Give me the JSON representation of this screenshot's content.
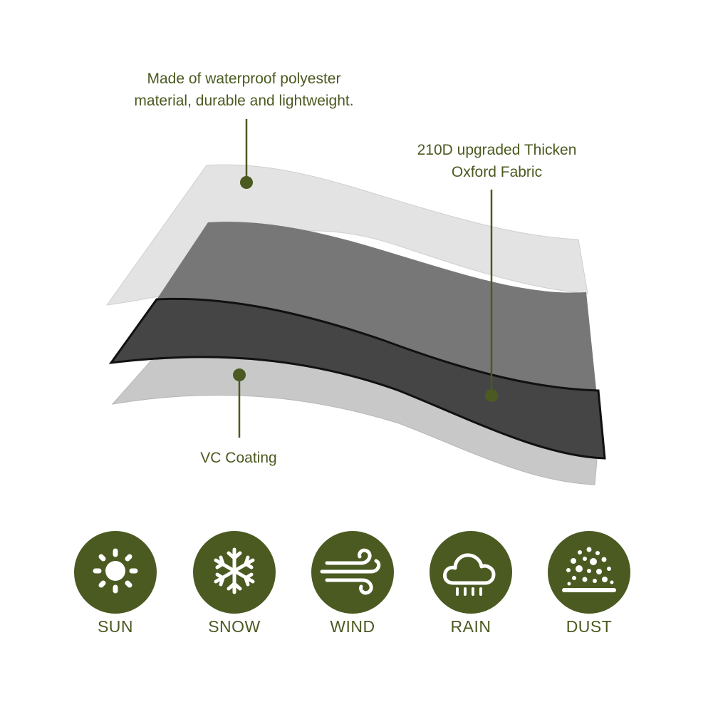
{
  "colors": {
    "accent": "#4b5a21",
    "text": "#4b5a21",
    "layer_top": "#e2e2e2",
    "layer_mid": "#767676",
    "layer_dark": "#454545",
    "layer_bottom": "#c7c7c7"
  },
  "callouts": {
    "top": {
      "line1": "Made of waterproof polyester",
      "line2": "material, durable and lightweight."
    },
    "right": {
      "line1": "210D upgraded Thicken",
      "line2": "Oxford Fabric"
    },
    "bottom": {
      "line1": "VC Coating"
    }
  },
  "features": [
    {
      "icon": "sun-icon",
      "label": "SUN"
    },
    {
      "icon": "snowflake-icon",
      "label": "SNOW"
    },
    {
      "icon": "wind-icon",
      "label": "WIND"
    },
    {
      "icon": "rain-cloud-icon",
      "label": "RAIN"
    },
    {
      "icon": "dust-icon",
      "label": "DUST"
    }
  ]
}
